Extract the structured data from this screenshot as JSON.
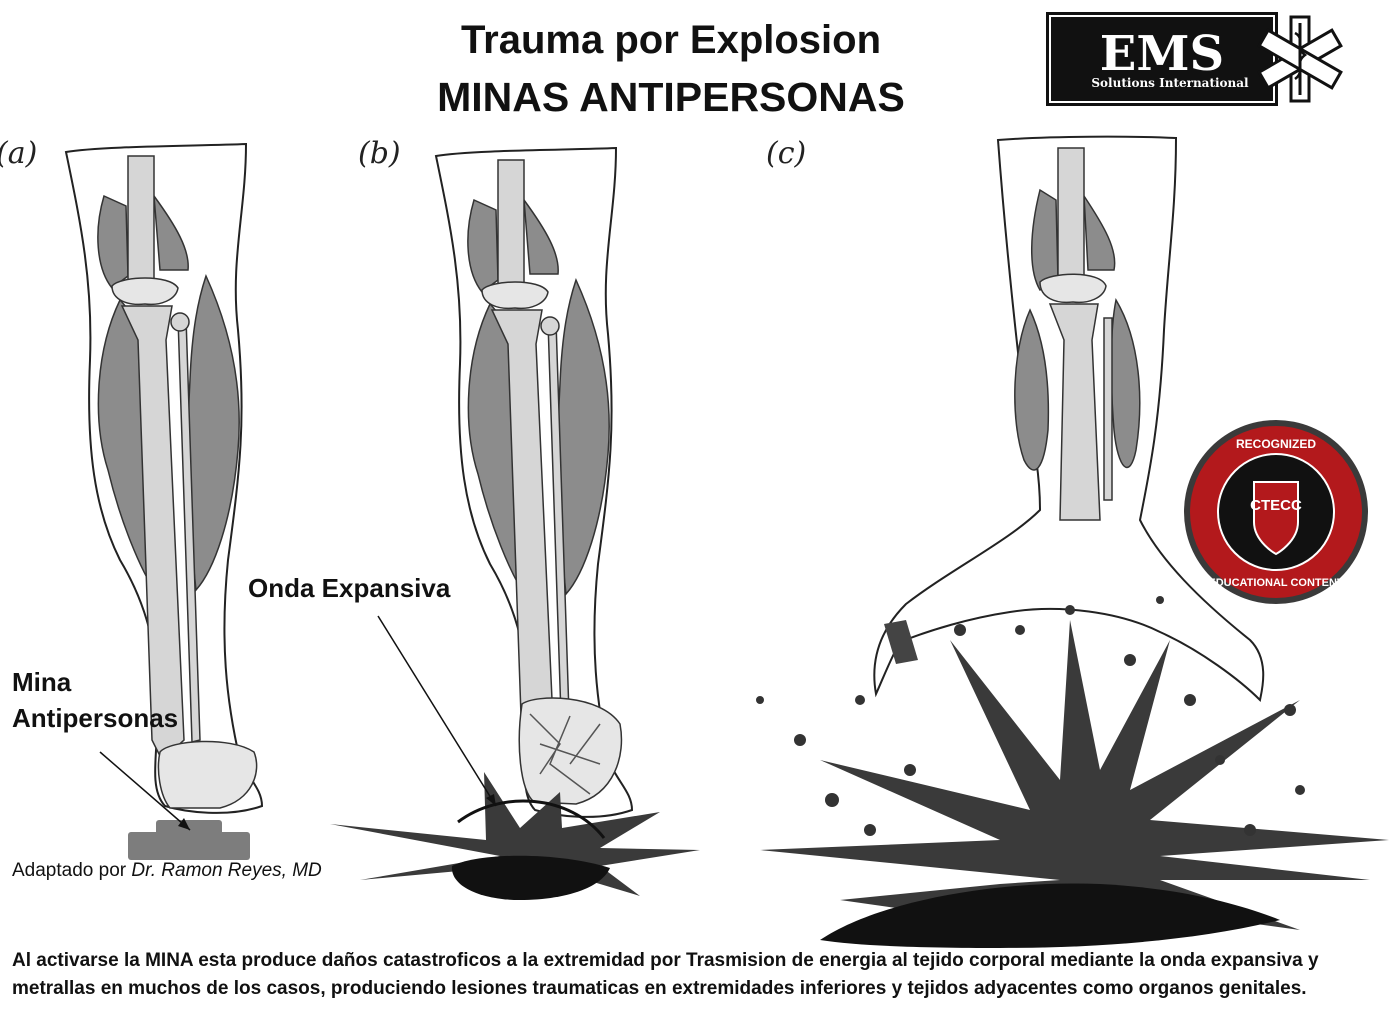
{
  "title": {
    "line1": "Trauma por Explosion",
    "line2": "MINAS ANTIPERSONAS"
  },
  "logo": {
    "main_text": "EMS",
    "sub_text": "Solutions International",
    "icon": "star-of-life-icon"
  },
  "badge": {
    "top_text": "RECOGNIZED",
    "center_text": "CTECC",
    "bottom_text": "EDUCATIONAL CONTENT",
    "colors": {
      "ring": "#b3191c",
      "center": "#111111",
      "rim": "#3a3a3a"
    }
  },
  "panels": [
    {
      "label": "(a)"
    },
    {
      "label": "(b)"
    },
    {
      "label": "(c)"
    }
  ],
  "callouts": {
    "mine": {
      "line1": "Mina",
      "line2": "Antipersonas"
    },
    "blast_wave": "Onda Expansiva"
  },
  "credit": {
    "prefix": "Adaptado  por ",
    "author": "Dr. Ramon Reyes, MD"
  },
  "caption": "Al activarse la MINA esta produce daños catastroficos a la extremidad por Trasmision de energia al tejido corporal mediante la onda expansiva y metrallas en muchos de los casos, produciendo lesiones traumaticas en extremidades inferiores y tejidos adyacentes como organos genitales.",
  "colors": {
    "muscle": "#8c8c8c",
    "bone": "#d6d6d6",
    "blast": "#3a3a3a",
    "mine": "#7d7d7d"
  }
}
